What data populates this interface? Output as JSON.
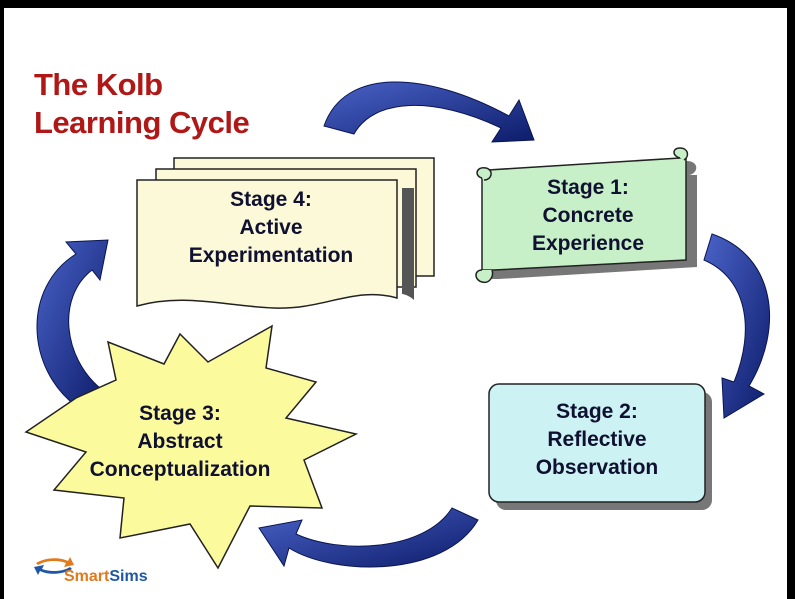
{
  "title": {
    "line1": "The Kolb",
    "line2": "Learning Cycle"
  },
  "stages": {
    "stage1": {
      "heading": "Stage 1:",
      "line1": "Concrete",
      "line2": "Experience"
    },
    "stage2": {
      "heading": "Stage 2:",
      "line1": "Reflective",
      "line2": "Observation"
    },
    "stage3": {
      "heading": "Stage 3:",
      "line1": "Abstract",
      "line2": "Conceptualization"
    },
    "stage4": {
      "heading": "Stage 4:",
      "line1": "Active",
      "line2": "Experimentation"
    }
  },
  "logo": {
    "brand_a": "Smart",
    "brand_b": "Sims",
    "colors": {
      "smart": "#e07a1c",
      "sims": "#1f57a6"
    }
  },
  "colors": {
    "title": "#b01818",
    "arrow": "#1c2f8a",
    "stage1_fill": "#c8f0c8",
    "stage2_fill": "#cdf2f4",
    "stage3_fill": "#fbfb9e",
    "stage4_fill": "#fbf9d8"
  }
}
